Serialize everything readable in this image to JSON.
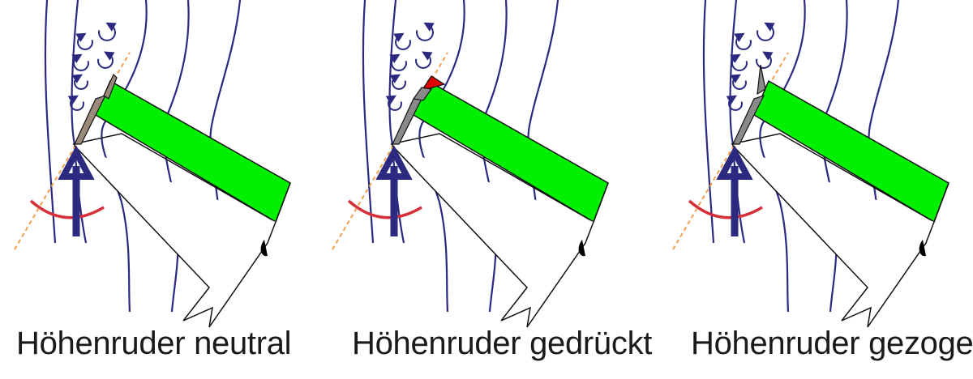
{
  "colors": {
    "streamline": "#2b2a80",
    "lift_arrow": "#2b2a80",
    "rotation_arc": "#d62f3a",
    "chord_line": "#f0a04b",
    "stabilizer": "#00f000",
    "elevator_neutral": "#9b8a7a",
    "elevator": "#8a8a8a",
    "elevator_deflection": "#e00000",
    "outline": "#111111",
    "hinge": "#000000"
  },
  "icons": [
    "vortex-icon",
    "lift-arrow-icon",
    "rotation-arc-icon",
    "hinge-icon"
  ],
  "panels": [
    {
      "label": "Höhenruder neutral",
      "state": "neutral"
    },
    {
      "label": "Höhenruder gedrückt",
      "state": "pushed"
    },
    {
      "label": "Höhenruder gezogen",
      "state": "pulled"
    }
  ]
}
